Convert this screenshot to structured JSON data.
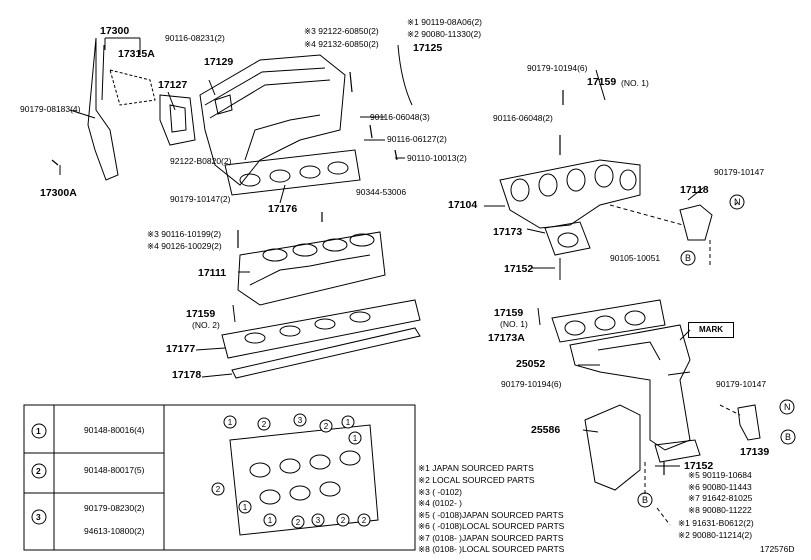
{
  "diagram": {
    "parts": {
      "p17300": "17300",
      "p17315A": "17315A",
      "p17127": "17127",
      "p17129": "17129",
      "p17300A": "17300A",
      "p17176": "17176",
      "p17125": "17125",
      "p17111": "17111",
      "p17159_2": "17159",
      "p17159_2n": "(NO. 2)",
      "p17177": "17177",
      "p17178": "17178",
      "p17159_1": "17159",
      "p17159_1n": "(NO. 1)",
      "p17104": "17104",
      "p17173": "17173",
      "p17152a": "17152",
      "p17118": "17118",
      "p17159b": "17159",
      "p17159bn": "(NO. 1)",
      "p17173A": "17173A",
      "p25052": "25052",
      "p25586": "25586",
      "p17152b": "17152",
      "p17139": "17139",
      "mark": "MARK"
    },
    "bolts": {
      "b1": "90179-08183(4)",
      "b2": "90116-08231(2)",
      "b3": "92122-B0820(2)",
      "b4": "90179-10147(2)",
      "b5": "※3 92122-60850(2)",
      "b6": "※4 92132-60850(2)",
      "b7": "※1 90119-08A06(2)",
      "b8": "※2 90080-11330(2)",
      "b9": "90116-06048(3)",
      "b10": "90116-06127(2)",
      "b11": "90110-10013(2)",
      "b12": "90344-53006",
      "b13": "※3 90116-10199(2)",
      "b14": "※4 90126-10029(2)",
      "b15": "90179-10194(6)",
      "b16": "90116-06048(2)",
      "b17": "90179-10147",
      "b18": "90105-10051",
      "b19": "90179-10194(6)",
      "b20": "90179-10147",
      "b21": "※5 90119-10684",
      "b22": "※6 90080-11443",
      "b23": "※7 91642-81025",
      "b24": "※8 90080-11222",
      "b25": "※1 91631-B0612(2)",
      "b26": "※2 90080-11214(2)"
    },
    "callouts": {
      "N": "N",
      "B": "B"
    },
    "legend_table": {
      "rows": [
        {
          "num": "1",
          "part": "90148-80016(4)"
        },
        {
          "num": "2",
          "part": "90148-80017(5)"
        },
        {
          "num": "3",
          "part": "90179-08230(2)",
          "part2": "94613-10800(2)"
        }
      ]
    },
    "notes": [
      "※1 JAPAN SOURCED PARTS",
      "※2 LOCAL SOURCED PARTS",
      "※3 (      -0102)",
      "※4 (0102-      )",
      "※5 (      -0108)JAPAN SOURCED PARTS",
      "※6 (      -0108)LOCAL SOURCED PARTS",
      "※7 (0108-      )JAPAN SOURCED PARTS",
      "※8 (0108-      )LOCAL SOURCED PARTS"
    ],
    "figure_code": "172576D"
  }
}
